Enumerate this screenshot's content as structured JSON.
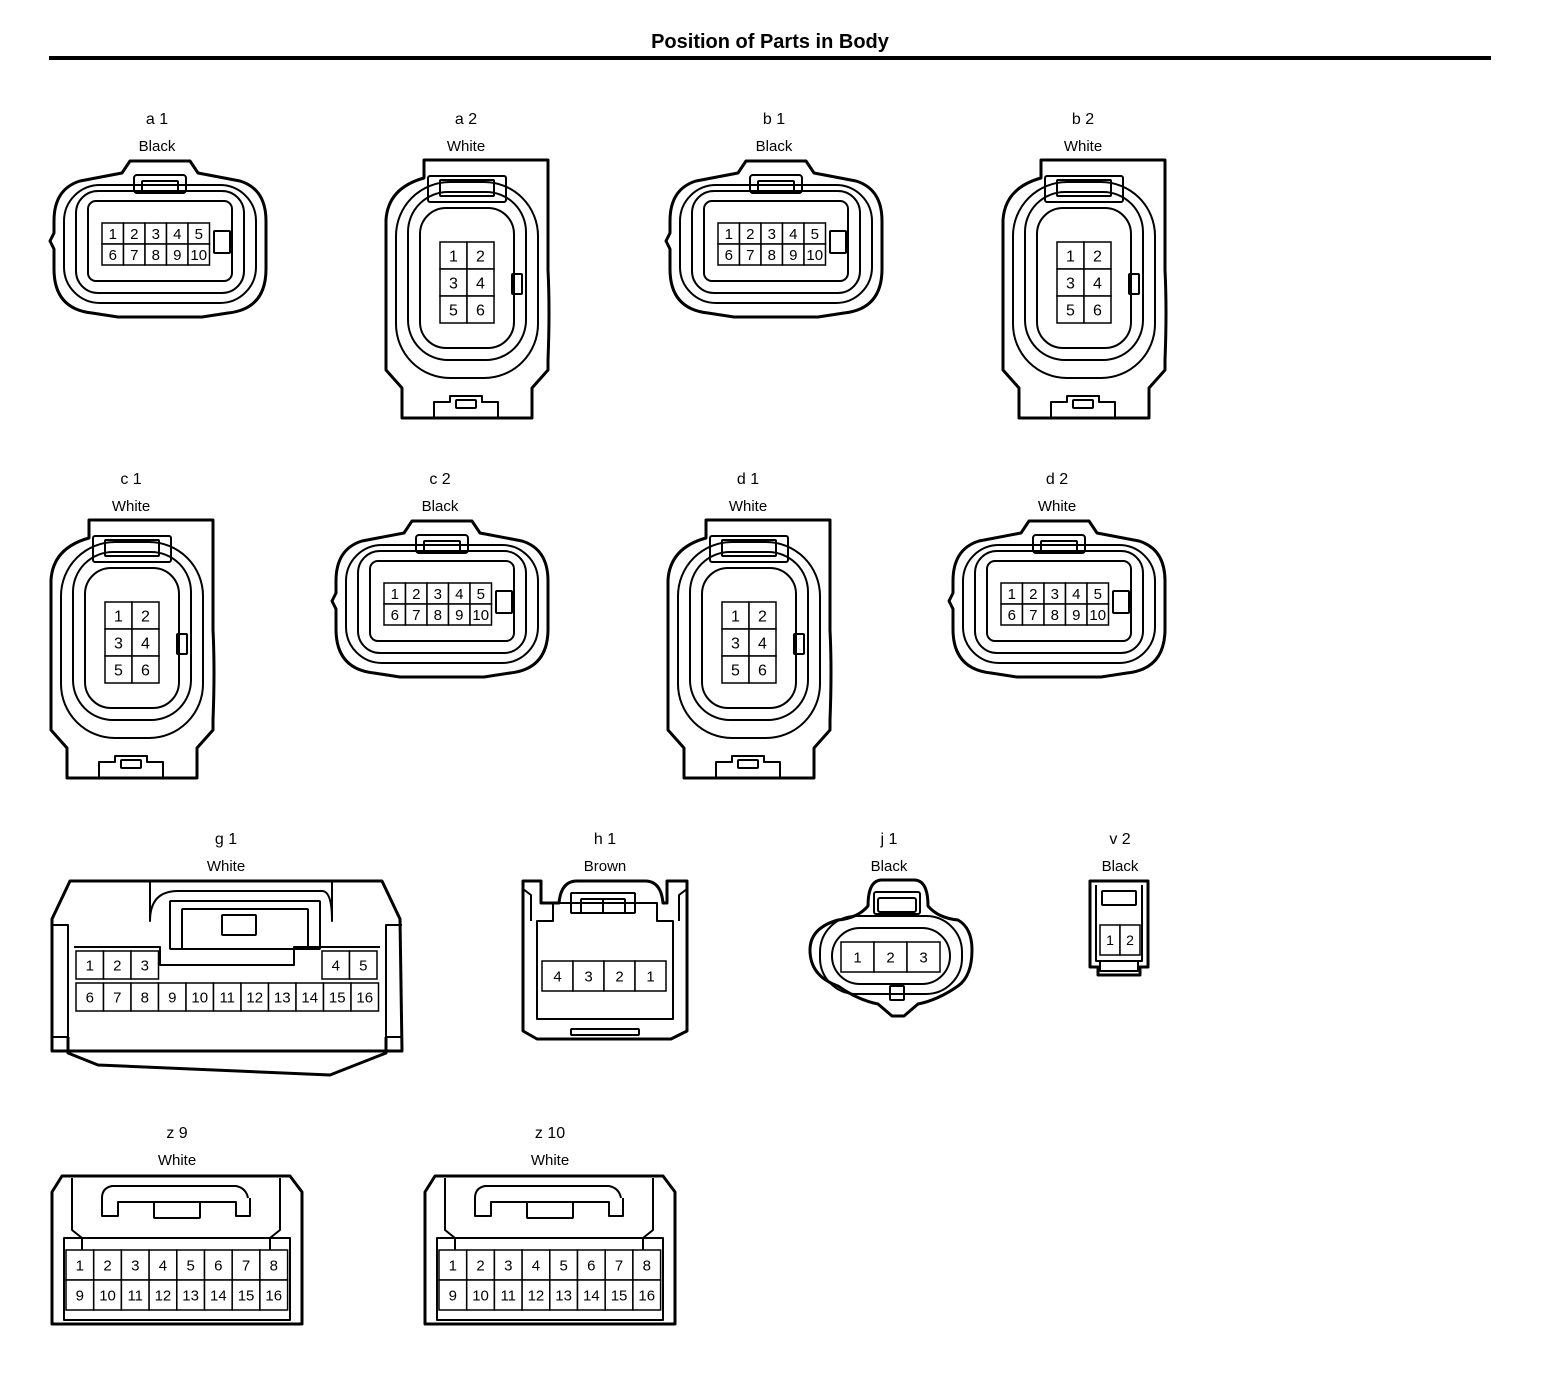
{
  "page": {
    "title": "Position of Parts in Body"
  },
  "connectors": [
    {
      "id": "a 1",
      "color": "Black",
      "type": "10-pin",
      "pins": [
        "1",
        "2",
        "3",
        "4",
        "5",
        "6",
        "7",
        "8",
        "9",
        "10"
      ]
    },
    {
      "id": "a 2",
      "color": "White",
      "type": "6-pin",
      "pins": [
        "1",
        "2",
        "3",
        "4",
        "5",
        "6"
      ]
    },
    {
      "id": "b 1",
      "color": "Black",
      "type": "10-pin",
      "pins": [
        "1",
        "2",
        "3",
        "4",
        "5",
        "6",
        "7",
        "8",
        "9",
        "10"
      ]
    },
    {
      "id": "b 2",
      "color": "White",
      "type": "6-pin",
      "pins": [
        "1",
        "2",
        "3",
        "4",
        "5",
        "6"
      ]
    },
    {
      "id": "c 1",
      "color": "White",
      "type": "6-pin",
      "pins": [
        "1",
        "2",
        "3",
        "4",
        "5",
        "6"
      ]
    },
    {
      "id": "c 2",
      "color": "Black",
      "type": "10-pin",
      "pins": [
        "1",
        "2",
        "3",
        "4",
        "5",
        "6",
        "7",
        "8",
        "9",
        "10"
      ]
    },
    {
      "id": "d 1",
      "color": "White",
      "type": "6-pin",
      "pins": [
        "1",
        "2",
        "3",
        "4",
        "5",
        "6"
      ]
    },
    {
      "id": "d 2",
      "color": "White",
      "type": "10-pin",
      "pins": [
        "1",
        "2",
        "3",
        "4",
        "5",
        "6",
        "7",
        "8",
        "9",
        "10"
      ]
    },
    {
      "id": "g 1",
      "color": "White",
      "type": "g-16",
      "pins": [
        "1",
        "2",
        "3",
        "4",
        "5",
        "6",
        "7",
        "8",
        "9",
        "10",
        "11",
        "12",
        "13",
        "14",
        "15",
        "16"
      ]
    },
    {
      "id": "h 1",
      "color": "Brown",
      "type": "h-4",
      "pins": [
        "4",
        "3",
        "2",
        "1"
      ]
    },
    {
      "id": "j 1",
      "color": "Black",
      "type": "j-3",
      "pins": [
        "1",
        "2",
        "3"
      ]
    },
    {
      "id": "v 2",
      "color": "Black",
      "type": "v-2",
      "pins": [
        "1",
        "2"
      ]
    },
    {
      "id": "z 9",
      "color": "White",
      "type": "z-16",
      "pins": [
        "1",
        "2",
        "3",
        "4",
        "5",
        "6",
        "7",
        "8",
        "9",
        "10",
        "11",
        "12",
        "13",
        "14",
        "15",
        "16"
      ]
    },
    {
      "id": "z 10",
      "color": "White",
      "type": "z-16",
      "pins": [
        "1",
        "2",
        "3",
        "4",
        "5",
        "6",
        "7",
        "8",
        "9",
        "10",
        "11",
        "12",
        "13",
        "14",
        "15",
        "16"
      ]
    }
  ]
}
